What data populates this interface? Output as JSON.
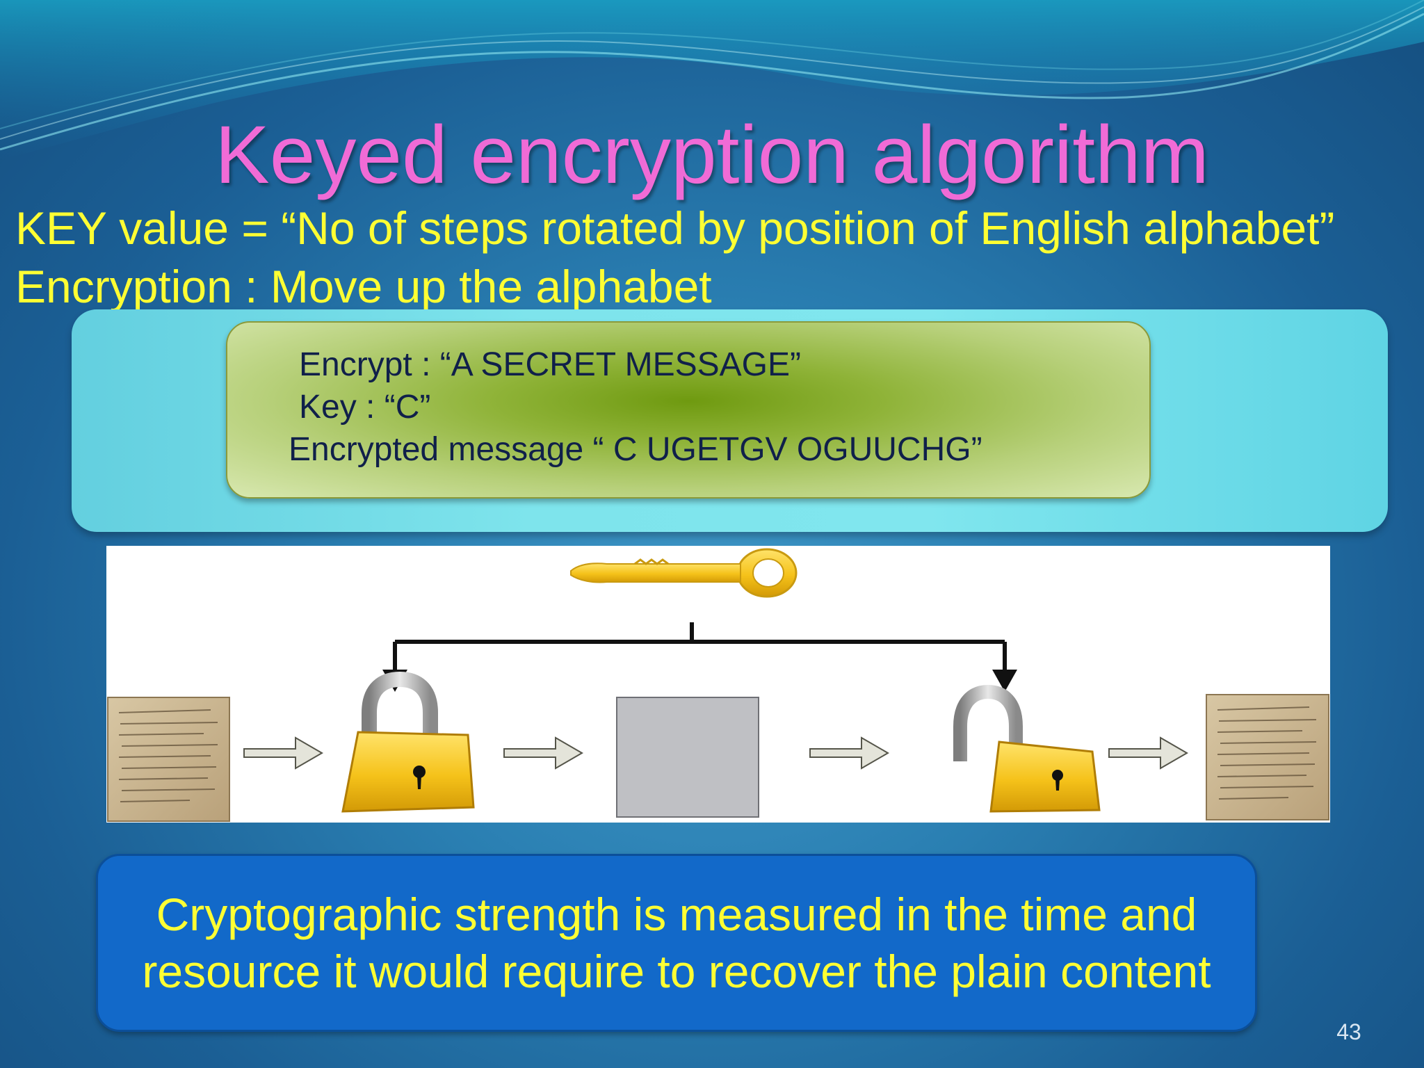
{
  "slide": {
    "title": "Keyed encryption algorithm",
    "line1": "KEY value = “No of steps rotated by position of English alphabet”",
    "line2": "Encryption : Move  up the alphabet",
    "example": {
      "encrypt": "Encrypt : “A SECRET MESSAGE”",
      "key": "Key :  “C”",
      "encrypted": "Encrypted message “ C  UGETGV OGUUCHG”"
    },
    "diagram": {
      "icons": [
        "key-icon",
        "document-icon",
        "arrow-right-icon",
        "padlock-locked-icon",
        "ciphertext-box-icon",
        "padlock-unlocked-icon"
      ]
    },
    "note": {
      "line1": "Cryptographic strength is measured in the time and",
      "line2": "resource it would require to recover the plain content"
    },
    "page_number": "43"
  },
  "colors": {
    "title": "#f06bd6",
    "body_text": "#ffff33",
    "example_text": "#10204a",
    "note_background": "#1269c9",
    "panel": "#7ee4ec"
  }
}
